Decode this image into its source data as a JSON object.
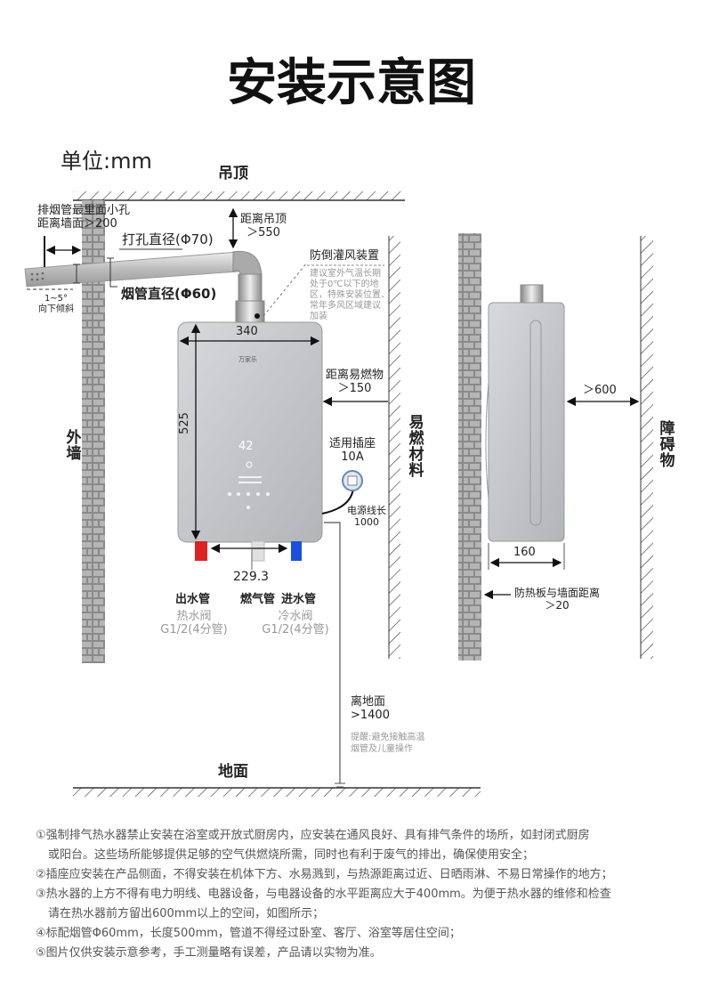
{
  "title": "安装示意图",
  "unit": "单位:mm",
  "ceiling": "吊顶",
  "floor": "地面",
  "outer_wall": "外墙",
  "flammable": "易燃材料",
  "obstacle": "障碍物",
  "brand": "万家乐",
  "display": "42",
  "labels": {
    "hole_distance": [
      "排烟管最里面小孔",
      "距离墙面＞200"
    ],
    "drill_diameter": "打孔直径(Φ70)",
    "pipe_diameter": "烟管直径(Φ60)",
    "tilt": [
      "1~5°",
      "向下倾斜"
    ],
    "ceiling_distance": [
      "距离吊顶",
      "＞550"
    ],
    "anti_backflow": "防倒灌风装置",
    "anti_backflow_note": [
      "建议室外气温长期",
      "处于0℃以下的地",
      "区，特殊安装位置、",
      "常年多风区域建议",
      "加装"
    ],
    "width": "340",
    "height": "525",
    "flammable_distance": [
      "距离易燃物",
      "＞150"
    ],
    "socket": [
      "适用插座",
      "10A"
    ],
    "cord": [
      "电源线长",
      "1000"
    ],
    "pipe_spacing": "229.3",
    "outlet": "出水管",
    "outlet_sub": [
      "热水阀",
      "G1/2(4分管)"
    ],
    "gas": "燃气管",
    "inlet": "进水管",
    "inlet_sub": [
      "冷水阀",
      "G1/2(4分管)"
    ],
    "ground_distance": [
      "离地面",
      ">1400"
    ],
    "ground_note": [
      "提醒:避免接触高温",
      "烟管及儿童操作"
    ],
    "front_space": "＞600",
    "depth": "160",
    "heat_shield": [
      "防热板与墙面距离",
      "＞20"
    ]
  },
  "notes": [
    "①强制排气热水器禁止安装在浴室或开放式厨房内，应安装在通风良好、具有排气条件的场所，如封闭式厨房",
    "或阳台。这些场所能够提供足够的空气供燃烧所需，同时也有利于废气的排出，确保使用安全；",
    "②插座应安装在产品侧面，不得安装在机体下方、水易溅到，与热源距离过近、日晒雨淋、不易日常操作的地方；",
    "③热水器的上方不得有电力明线、电器设备，与电器设备的水平距离应大于400mm。为便于热水器的维修和检查",
    "请在热水器前方留出600mm以上的空间，如图所示；",
    "④标配烟管Φ60mm，长度500mm，管道不得经过卧室、客厅、浴室等居住空间；",
    "⑤图片仅供安装示意参考，手工测量略有误差，产品请以实物为准。"
  ]
}
